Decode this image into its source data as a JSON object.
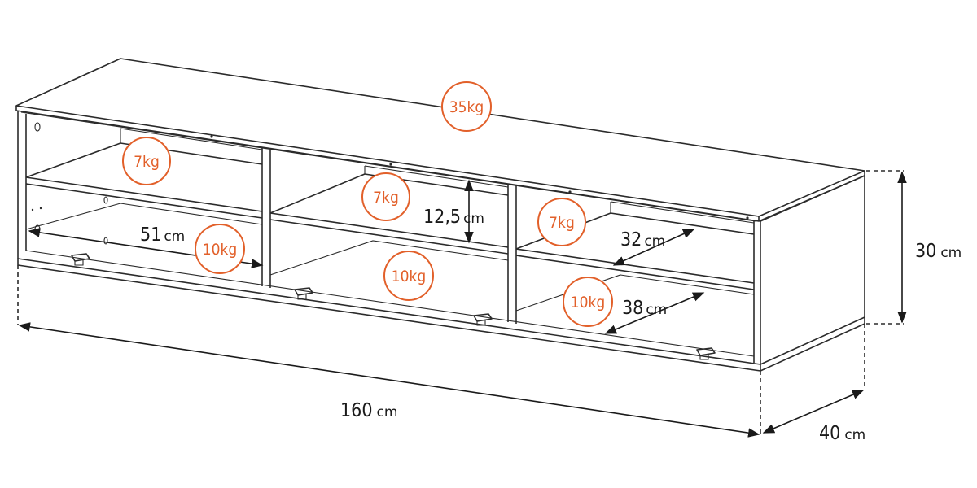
{
  "colors": {
    "line": "#2b2b2b",
    "badge_stroke": "#e2602a",
    "badge_fill": "#ffffff",
    "badge_text": "#e2602a",
    "text": "#1a1a1a"
  },
  "loads": {
    "top": "35kg",
    "shelf_left": "7kg",
    "shelf_mid": "7kg",
    "shelf_right": "7kg",
    "bottom_left": "10kg",
    "bottom_mid": "10kg",
    "bottom_right": "10kg"
  },
  "dimensions": {
    "width": {
      "value": "160",
      "unit": "cm"
    },
    "depth": {
      "value": "40",
      "unit": "cm"
    },
    "height": {
      "value": "30",
      "unit": "cm"
    },
    "inner_width": {
      "value": "51",
      "unit": "cm"
    },
    "compartment_height": {
      "value": "12,5",
      "unit": "cm"
    },
    "shelf_depth": {
      "value": "32",
      "unit": "cm"
    },
    "bottom_depth": {
      "value": "38",
      "unit": "cm"
    }
  }
}
